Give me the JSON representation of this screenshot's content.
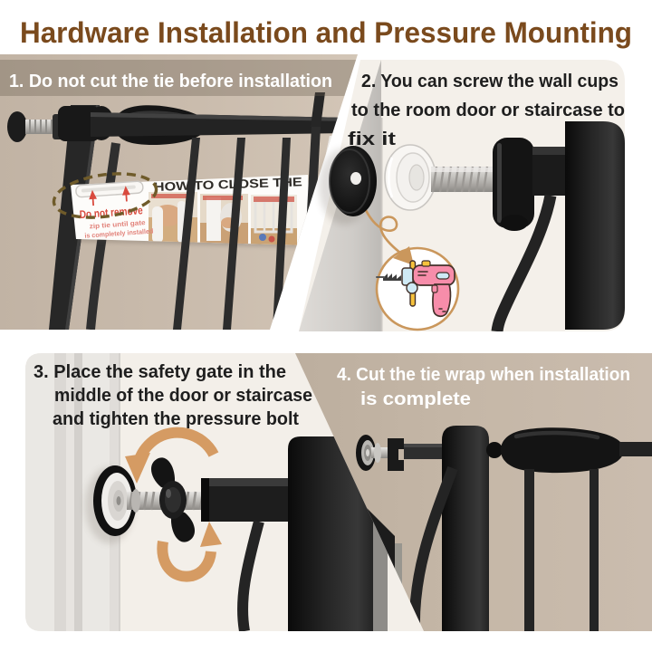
{
  "title": "Hardware Installation and Pressure Mounting",
  "colors": {
    "title_brown": "#7a4a1d",
    "wall_beige": "#c7b9aa",
    "panel_cream": "#f4f0ea",
    "accent_tan": "#ca975c",
    "warning_red": "#d94a3e",
    "text_dark": "#1e1e1e",
    "text_light": "#ffffff",
    "gate_black": "#1b1b1b"
  },
  "steps": [
    {
      "id": "1",
      "lines": [
        "1. Do not cut the tie before installation"
      ]
    },
    {
      "id": "2",
      "lines": [
        "2. You can screw the wall cups",
        "to the room door or staircase to",
        "fix it"
      ]
    },
    {
      "id": "3",
      "lines": [
        "3. Place the safety gate in the",
        "middle of the door or staircase",
        "and tighten the pressure bolt"
      ]
    },
    {
      "id": "4",
      "lines": [
        "4. Cut the tie wrap when installation",
        "is complete"
      ]
    }
  ],
  "banner": {
    "title": "HOW TO CLOSE THE",
    "warning": "Do not remove",
    "warning_sub1": "zip tie until gate",
    "warning_sub2": "is completely installed"
  }
}
